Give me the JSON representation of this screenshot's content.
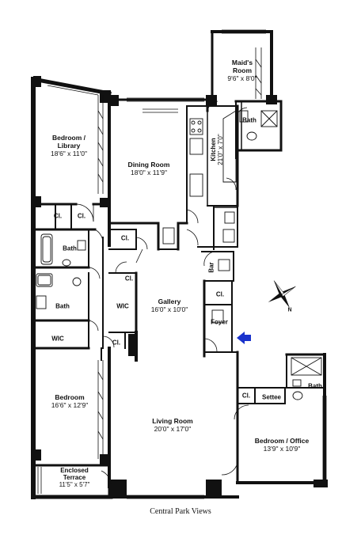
{
  "rooms": {
    "maids_room": {
      "name": "Maid's",
      "name2": "Room",
      "dims": "9'6\" x 8'0\""
    },
    "bedroom_library": {
      "name": "Bedroom /",
      "name2": "Library",
      "dims": "18'6\" x 11'0\""
    },
    "dining_room": {
      "name": "Dining Room",
      "dims": "18'0\" x 11'9\""
    },
    "kitchen": {
      "name": "Kitchen",
      "dims": "21'0\" x 7'0\""
    },
    "gallery": {
      "name": "Gallery",
      "dims": "16'0\" x 10'0\""
    },
    "bedroom": {
      "name": "Bedroom",
      "dims": "16'6\" x 12'9\""
    },
    "living_room": {
      "name": "Living Room",
      "dims": "20'0\" x 17'0\""
    },
    "bedroom_office": {
      "name": "Bedroom / Office",
      "dims": "13'9\" x 10'9\""
    },
    "enclosed_terrace": {
      "name": "Enclosed",
      "name2": "Terrace",
      "dims": "11'5\" x 5'7\""
    }
  },
  "small_labels": {
    "bath": "Bath",
    "closet": "Cl.",
    "wic": "WIC",
    "foyer": "Foyer",
    "bar": "Bar",
    "settee": "Settee"
  },
  "compass": {
    "north": "N"
  },
  "caption": "Central Park Views",
  "colors": {
    "wall": "#111111",
    "entry_arrow": "#1a33cc"
  }
}
